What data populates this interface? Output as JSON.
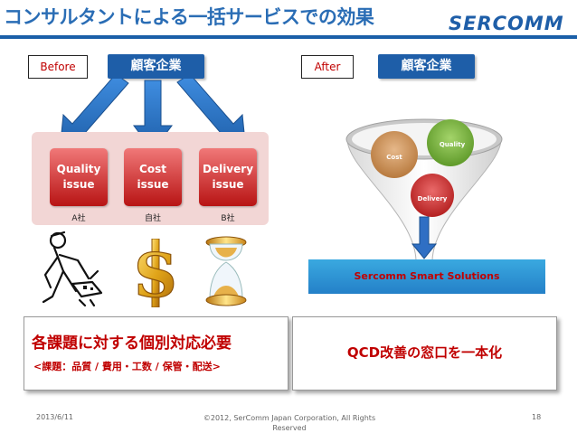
{
  "slide": {
    "title": "コンサルタントによる一括サービスでの効果",
    "logo_text": "SERCOMM",
    "before_label": "Before",
    "after_label": "After",
    "client_before": "顧客企業",
    "client_after": "顧客企業",
    "issues": [
      {
        "line1": "Quality",
        "line2": "issue",
        "company": "A社"
      },
      {
        "line1": "Cost",
        "line2": "issue",
        "company": "自社"
      },
      {
        "line1": "Delivery",
        "line2": "issue",
        "company": "B社"
      }
    ],
    "funnel": {
      "cost": "Cost",
      "quality": "Quality",
      "delivery": "Delivery"
    },
    "banner": "Sercomm  Smart  Solutions",
    "left_box": {
      "headline": "各課題に対する個別対応必要",
      "subline": "<課題：品質 / 費用・工数 / 保管・配送>"
    },
    "right_box": {
      "headline": "QCD改善の窓口を一本化"
    },
    "footer": {
      "date": "2013/6/11",
      "copyright_line1": "©2012, SerComm Japan Corporation, All Rights",
      "copyright_line2": "Reserved",
      "page": "18"
    }
  },
  "colors": {
    "accent_blue": "#1e5ea8",
    "issue_red": "#d23a3a",
    "text_red": "#c00000",
    "banner_blue": "#2f96d8"
  }
}
